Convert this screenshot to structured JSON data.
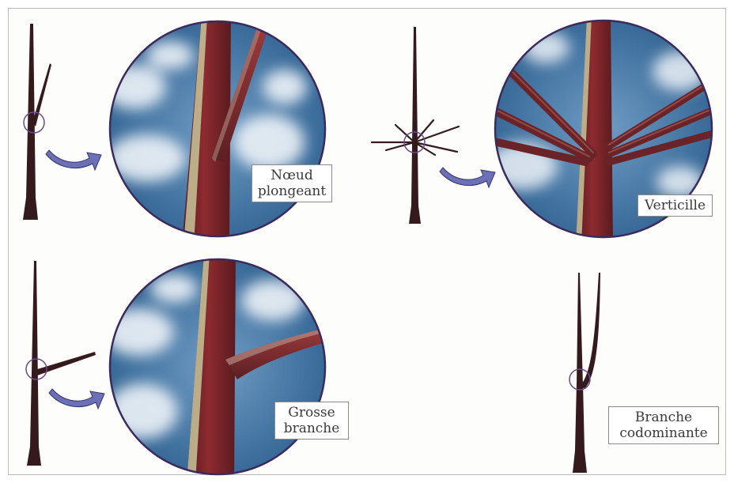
{
  "labels": {
    "noeud": {
      "line1": "Nœud",
      "line2": "plongeant"
    },
    "verticille": {
      "line1": "Verticille"
    },
    "grosse": {
      "line1": "Grosse",
      "line2": "branche"
    },
    "codominante": {
      "line1": "Branche",
      "line2": "codominante"
    }
  },
  "colors": {
    "trunk": "#3a1c1e",
    "bark": "#8a2a2e",
    "bark_highlight": "#c9c7a0",
    "sky": "#3a6e9e",
    "cloud": "#e8eef4",
    "arrow": "#6a6fb4",
    "circle_outline": "#5a3c78"
  }
}
